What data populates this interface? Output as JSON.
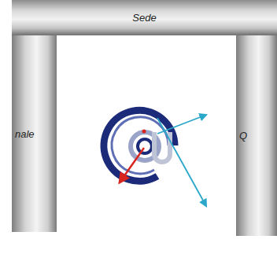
{
  "diagram": {
    "nodes": [
      {
        "text": [
          "Sede"
        ]
      },
      {
        "text": [
          "nale"
        ]
      },
      {
        "text": [
          "Q"
        ]
      }
    ],
    "edges": []
  }
}
